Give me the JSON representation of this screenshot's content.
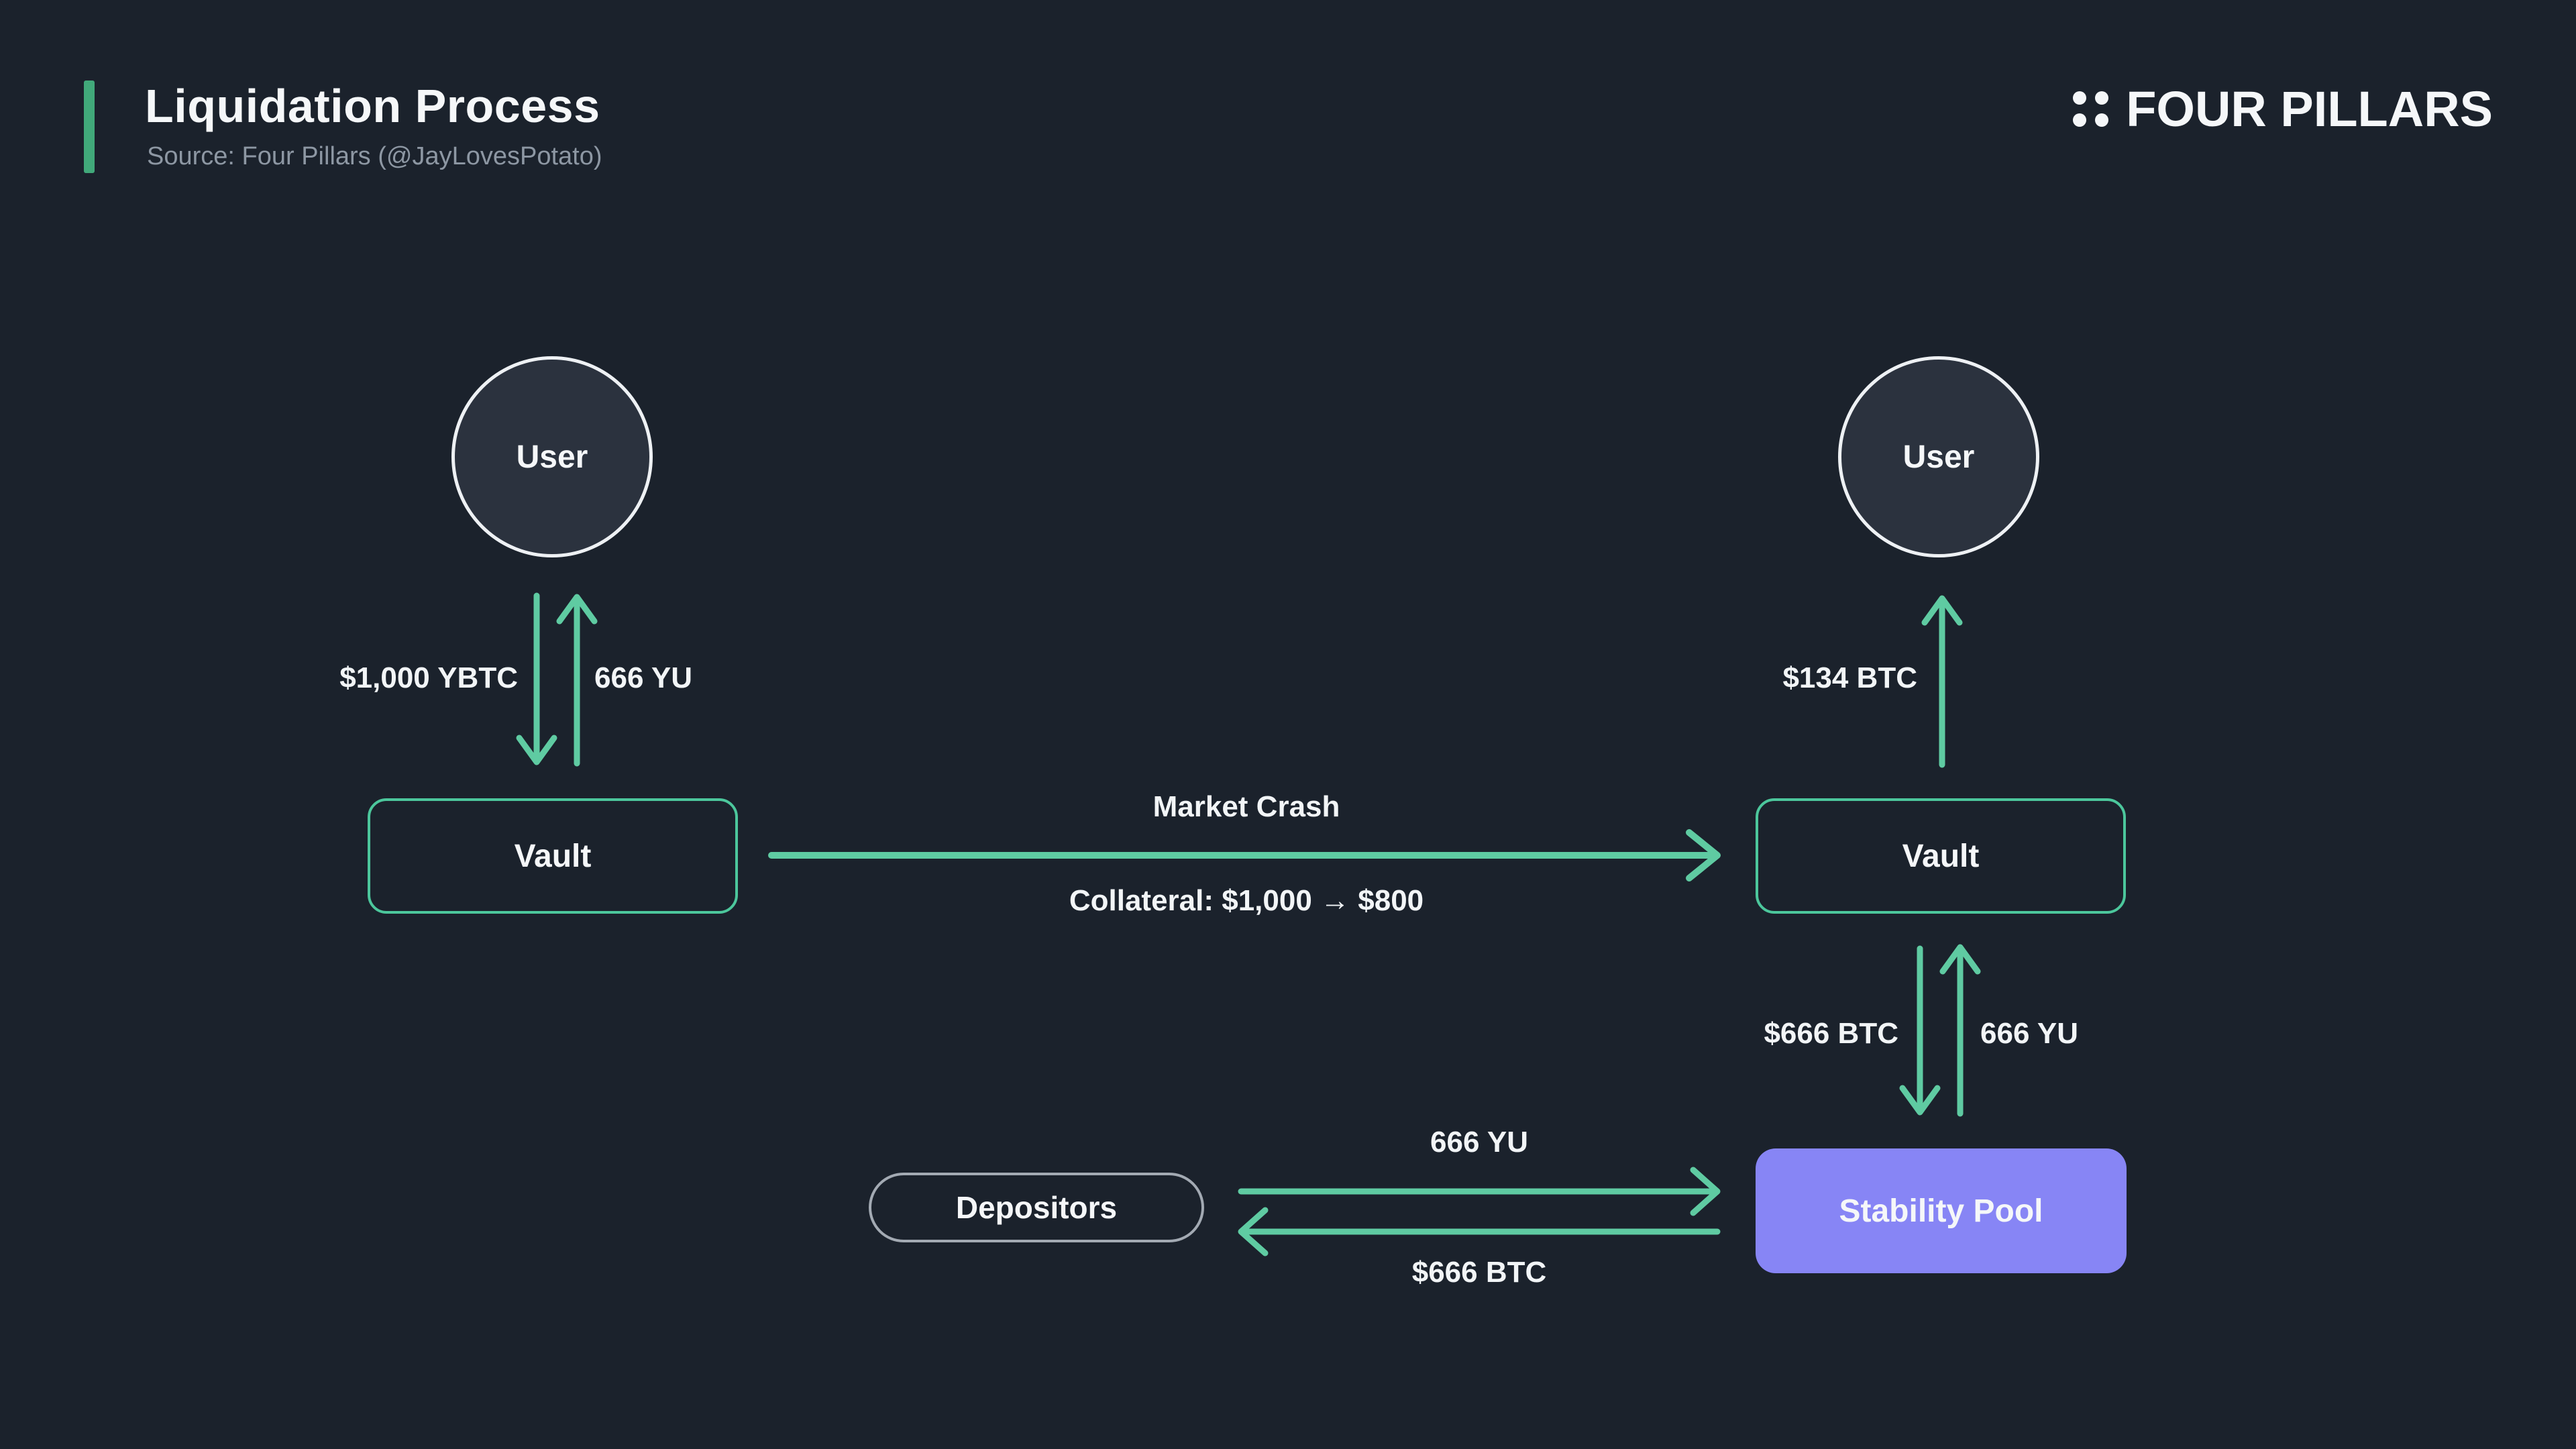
{
  "header": {
    "title": "Liquidation Process",
    "source": "Source: Four Pillars (@JayLovesPotato)",
    "brand": "FOUR PILLARS"
  },
  "colors": {
    "background": "#1b222c",
    "arrow_green": "#5fcba2",
    "accent_bar_green": "#41a97a",
    "vault_border_green": "#4cc79c",
    "node_fill": "#2b323e",
    "stability_pool_purple": "#8785f5",
    "depositors_border_gray": "#a3aab3",
    "text_white": "#f5f7f9",
    "text_muted": "#8d97a3"
  },
  "nodes": {
    "left_user": "User",
    "right_user": "User",
    "left_vault": "Vault",
    "right_vault": "Vault",
    "stability_pool": "Stability Pool",
    "depositors": "Depositors"
  },
  "edge_labels": {
    "collateral_in": "$1,000 YBTC",
    "yu_out": "666 YU",
    "market_crash": "Market Crash",
    "collateral_drop": "Collateral: $1,000 → $800",
    "btc_remainder": "$134 BTC",
    "btc_to_pool": "$666 BTC",
    "yu_burn": "666 YU",
    "yu_deposit": "666 YU",
    "btc_reward": "$666 BTC"
  }
}
